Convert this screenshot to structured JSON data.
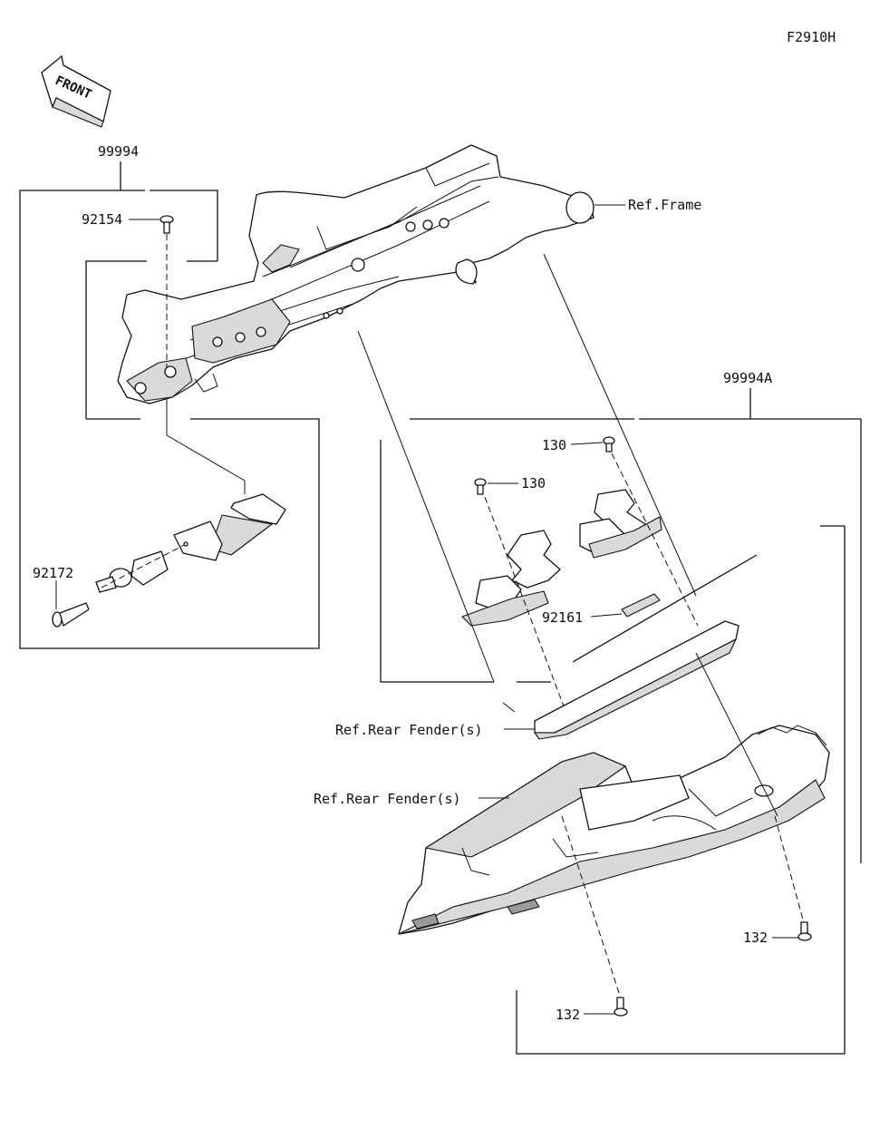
{
  "figure_code": "F2910H",
  "front_arrow": {
    "label": "FRONT",
    "icon": "front-direction-arrow-icon"
  },
  "labels": {
    "kit_left": "99994",
    "kit_right": "99994A",
    "bolt_top_left": "92154",
    "bolt_bottom_left": "92172",
    "bolt_130_a": "130",
    "bolt_130_b": "130",
    "pad": "92161",
    "bolt_132_a": "132",
    "bolt_132_b": "132",
    "ref_frame": "Ref.Frame",
    "ref_rear_fender_1": "Ref.Rear Fender(s)",
    "ref_rear_fender_2": "Ref.Rear Fender(s)"
  }
}
